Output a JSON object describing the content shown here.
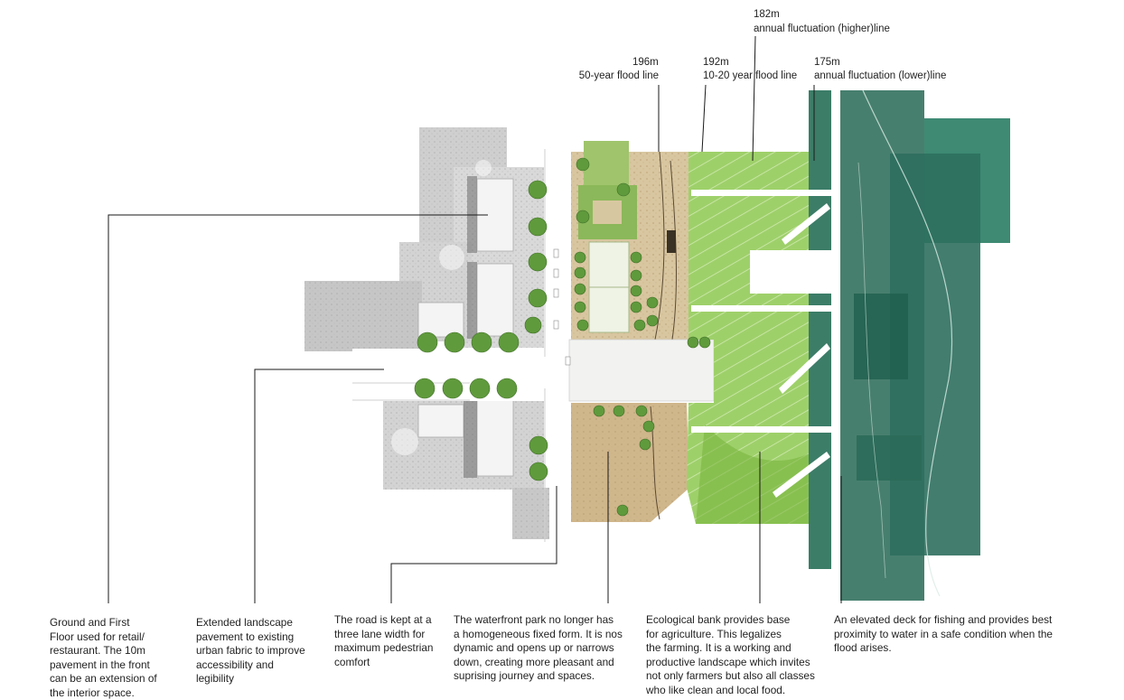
{
  "flood_labels": {
    "f196": {
      "level": "196m",
      "name": "50-year flood line"
    },
    "f192": {
      "level": "192m",
      "name": "10-20 year flood line"
    },
    "f182": {
      "level": "182m",
      "name": "annual fluctuation (higher)line"
    },
    "f175": {
      "level": "175m",
      "name": "annual fluctuation (lower)line"
    }
  },
  "captions": {
    "ground_floor": "Ground and First\nFloor used for retail/\nrestaurant. The 10m\npavement in the front\ncan be an extension of\nthe interior space.",
    "landscape_pavement": "Extended landscape\npavement to existing\nurban fabric to improve\naccessibility and\nlegibility",
    "road": "The road is kept at a\nthree lane width for\nmaximum pedestrian\ncomfort",
    "waterfront_park": "The waterfront park no longer has\na homogeneous fixed form. It is nos\ndynamic and opens up or narrows\ndown, creating more pleasant and\nsuprising journey and spaces.",
    "ecological_bank": "Ecological bank provides base\nfor agriculture. This legalizes\nthe farming. It is a working and\nproductive landscape which invites\nnot only farmers but also all classes\nwho like clean and local food.",
    "elevated_deck": "An elevated deck for fishing and provides best\nproximity to water in a safe condition when the\nflood arises."
  },
  "colors": {
    "urban_paving": "#c9c9c9",
    "building": "#f3f3f3",
    "tree": "#5f9a3c",
    "sand": "#d4c09a",
    "meadow": "#9ccc5c",
    "water_deep": "#2f6e5c",
    "water_light": "#4e8c78",
    "leader_line": "#1a1a1a"
  }
}
